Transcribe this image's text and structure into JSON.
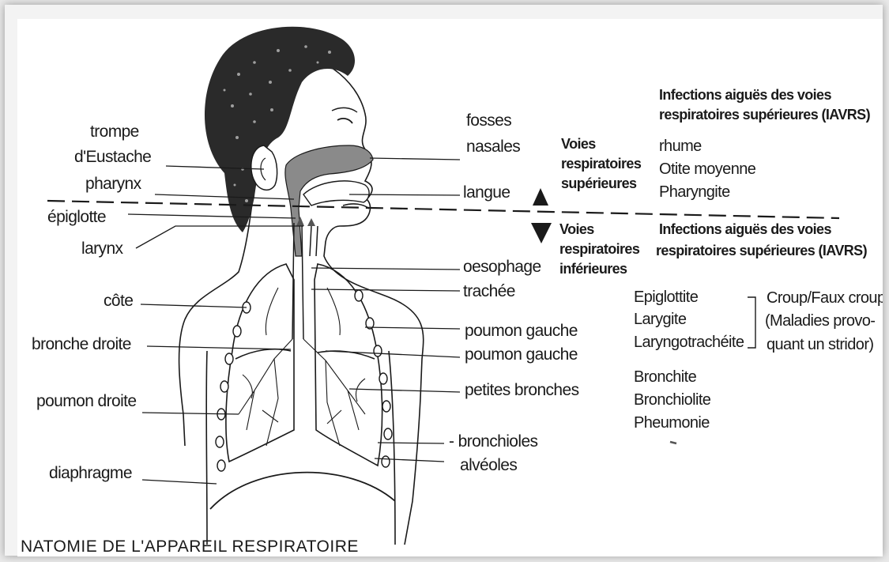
{
  "anatomy_labels_left": {
    "trompe": "trompe",
    "d_eustache": "d'Eustache",
    "pharynx": "pharynx",
    "epiglotte": "épiglotte",
    "larynx": "larynx",
    "cote": "côte",
    "bronche_droite": "bronche droite",
    "poumon_droite": "poumon droite",
    "diaphragme": "diaphragme"
  },
  "anatomy_labels_right": {
    "fosses": "fosses",
    "nasales": "nasales",
    "langue": "langue",
    "oesophage": "oesophage",
    "trachee": "trachée",
    "poumon_gauche_1": "poumon gauche",
    "poumon_gauche_2": "poumon gauche",
    "petites_bronches": "petites bronches",
    "bronchioles": "- bronchioles",
    "alveoles": "alvéoles"
  },
  "upper_tract": {
    "label": [
      "Voies",
      "respiratoires",
      "supérieures"
    ],
    "arrow": "up-triangle"
  },
  "lower_tract": {
    "label": [
      "Voies",
      "respiratoires",
      "inférieures"
    ],
    "arrow": "down-triangle"
  },
  "upper_infections": {
    "heading": [
      "Infections aiguës des voies",
      "respiratoires supérieures (IAVRS)"
    ],
    "diseases": [
      "rhume",
      "Otite moyenne",
      "Pharyngite"
    ]
  },
  "lower_infections": {
    "heading": [
      "Infections aiguës des voies",
      "respiratoires supérieures (IAVRS)"
    ],
    "croup_group": [
      "Epiglottite",
      "Larygite",
      "Laryngotrachéite"
    ],
    "croup_note": [
      "Croup/Faux croup",
      "(Maladies provo-",
      "quant un stridor)"
    ],
    "other_diseases": [
      "Bronchite",
      "Bronchiolite",
      "Pheumonie"
    ]
  },
  "caption": "NATOMIE DE L'APPAREIL RESPIRATOIRE",
  "colors": {
    "ink": "#1a1a1a",
    "airway_shade": "#8a8a8a",
    "paper": "#ffffff"
  }
}
